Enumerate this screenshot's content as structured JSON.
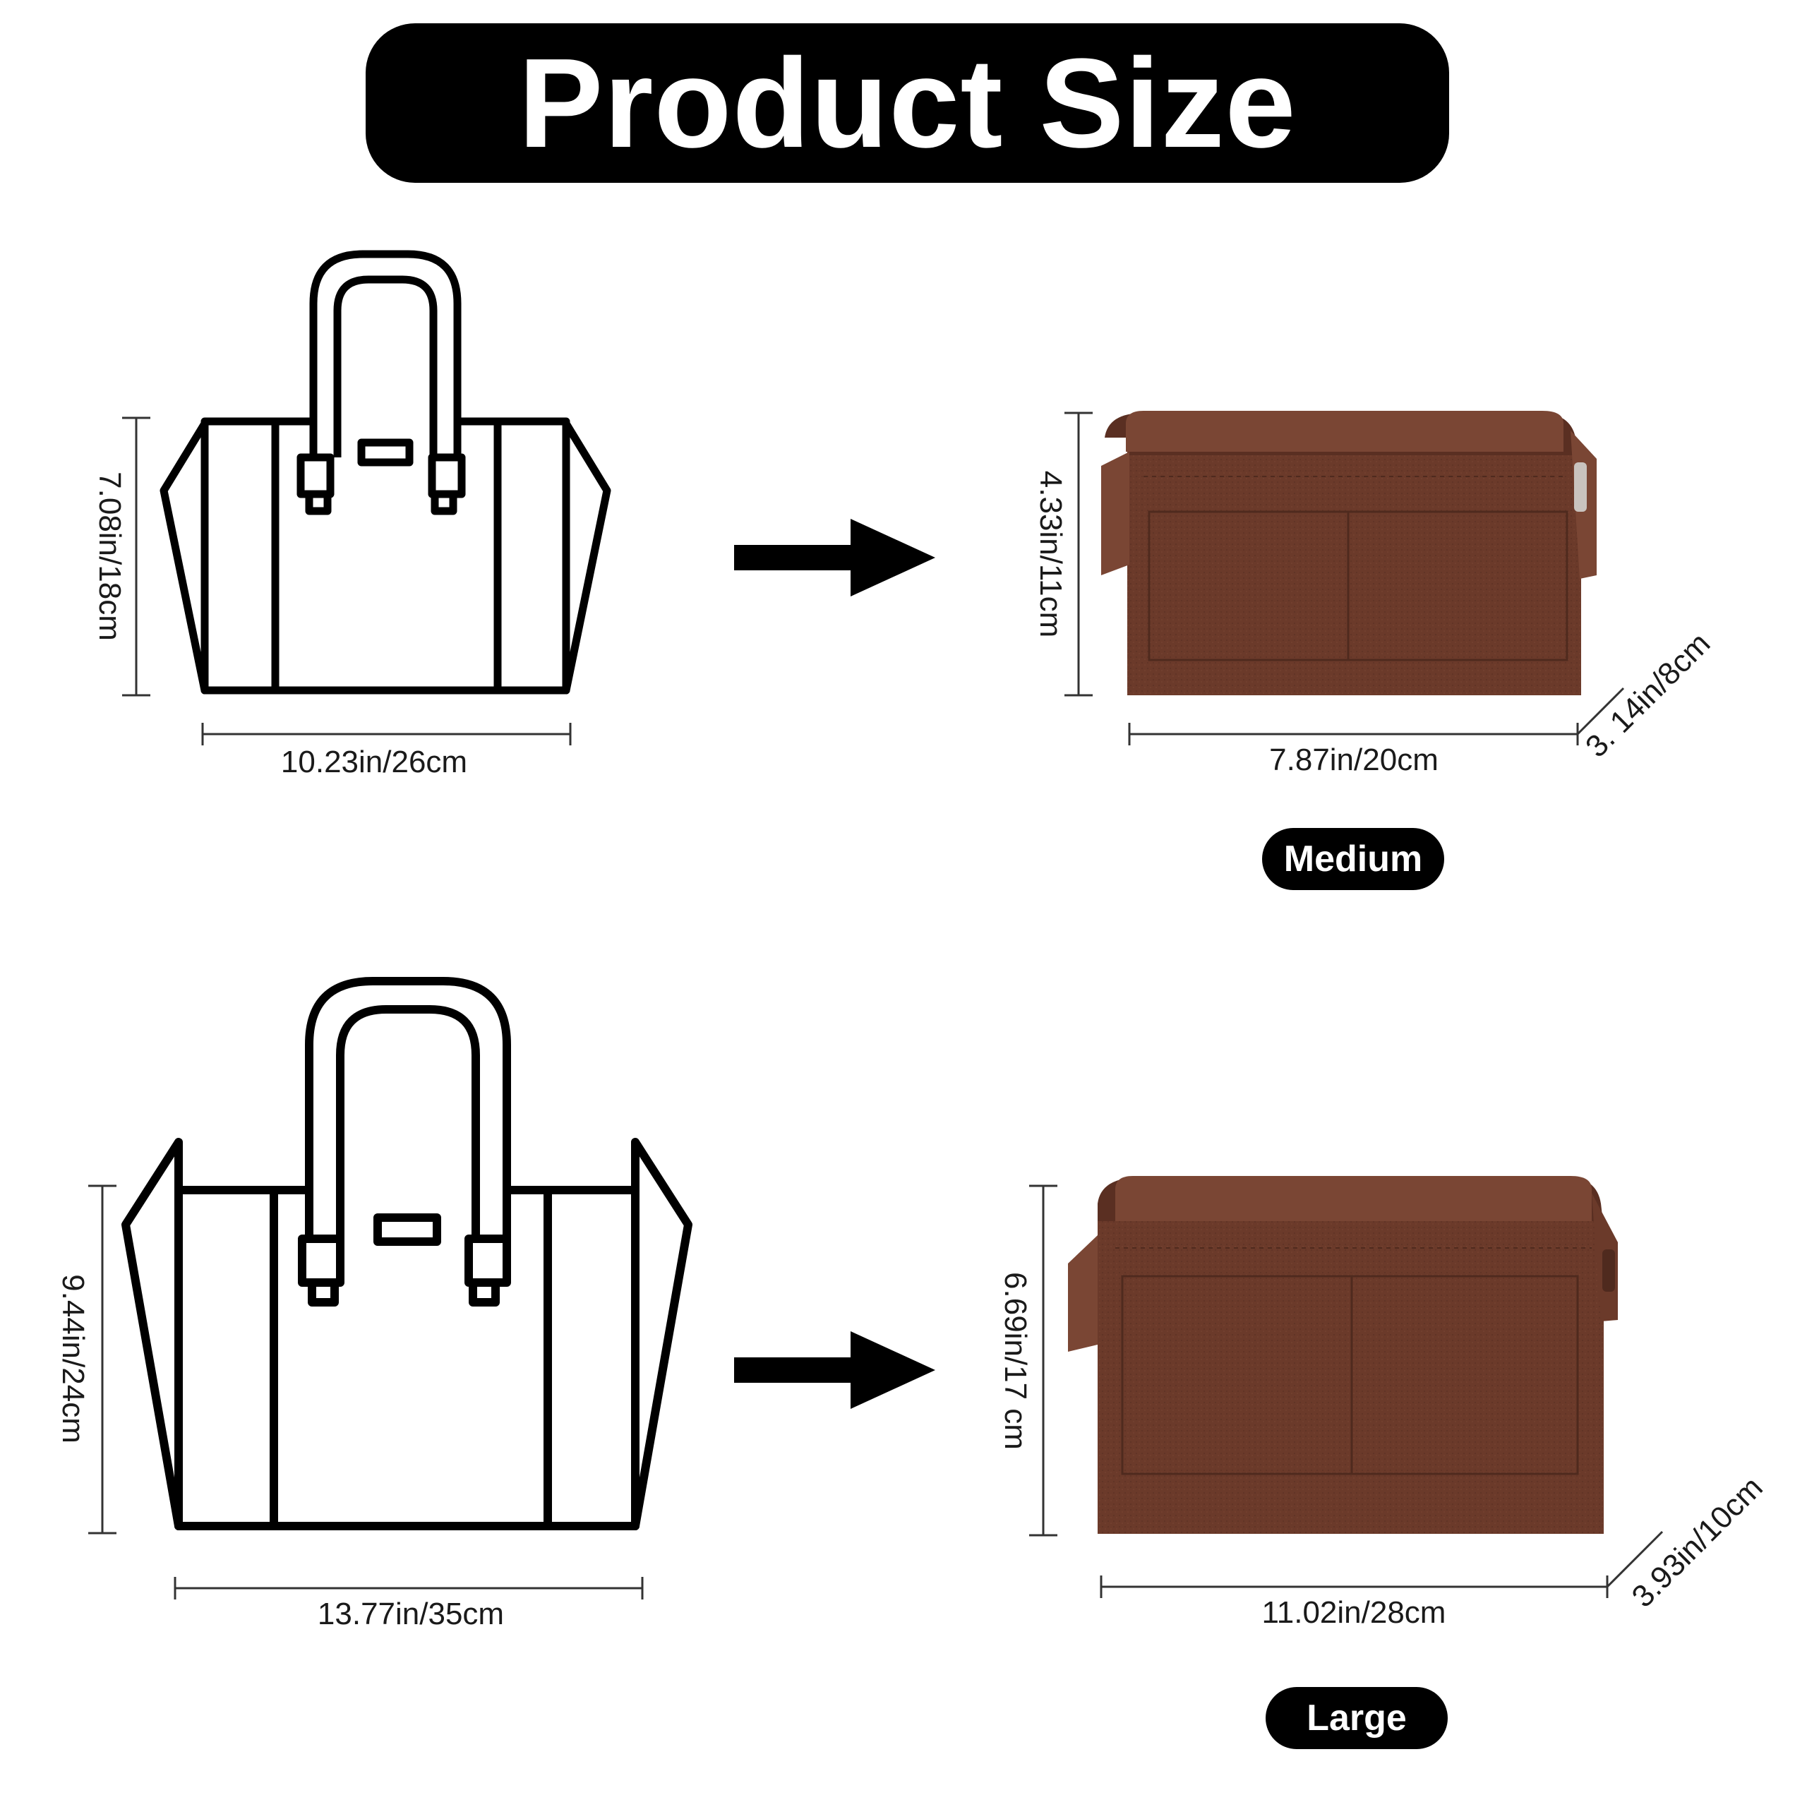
{
  "title": "Product Size",
  "colors": {
    "black": "#000000",
    "felt_brown": "#6b3a2a",
    "felt_brown_dark": "#4f2a1e",
    "dimension_line": "#333333"
  },
  "icons": {
    "bag": "handbag-outline-icon",
    "arrow": "right-arrow-icon",
    "organizer": "felt-organizer-insert-icon"
  },
  "medium": {
    "label": "Medium",
    "bag_height": "7.08in/18cm",
    "bag_width": "10.23in/26cm",
    "organizer_height": "4.33in/11cm",
    "organizer_width": "7.87in/20cm",
    "organizer_depth": "3. 14in/8cm"
  },
  "large": {
    "label": "Large",
    "bag_height": "9.44in/24cm",
    "bag_width": "13.77in/35cm",
    "organizer_height": "6.69in/17 cm",
    "organizer_width": "11.02in/28cm",
    "organizer_depth": "3.93in/10cm"
  }
}
